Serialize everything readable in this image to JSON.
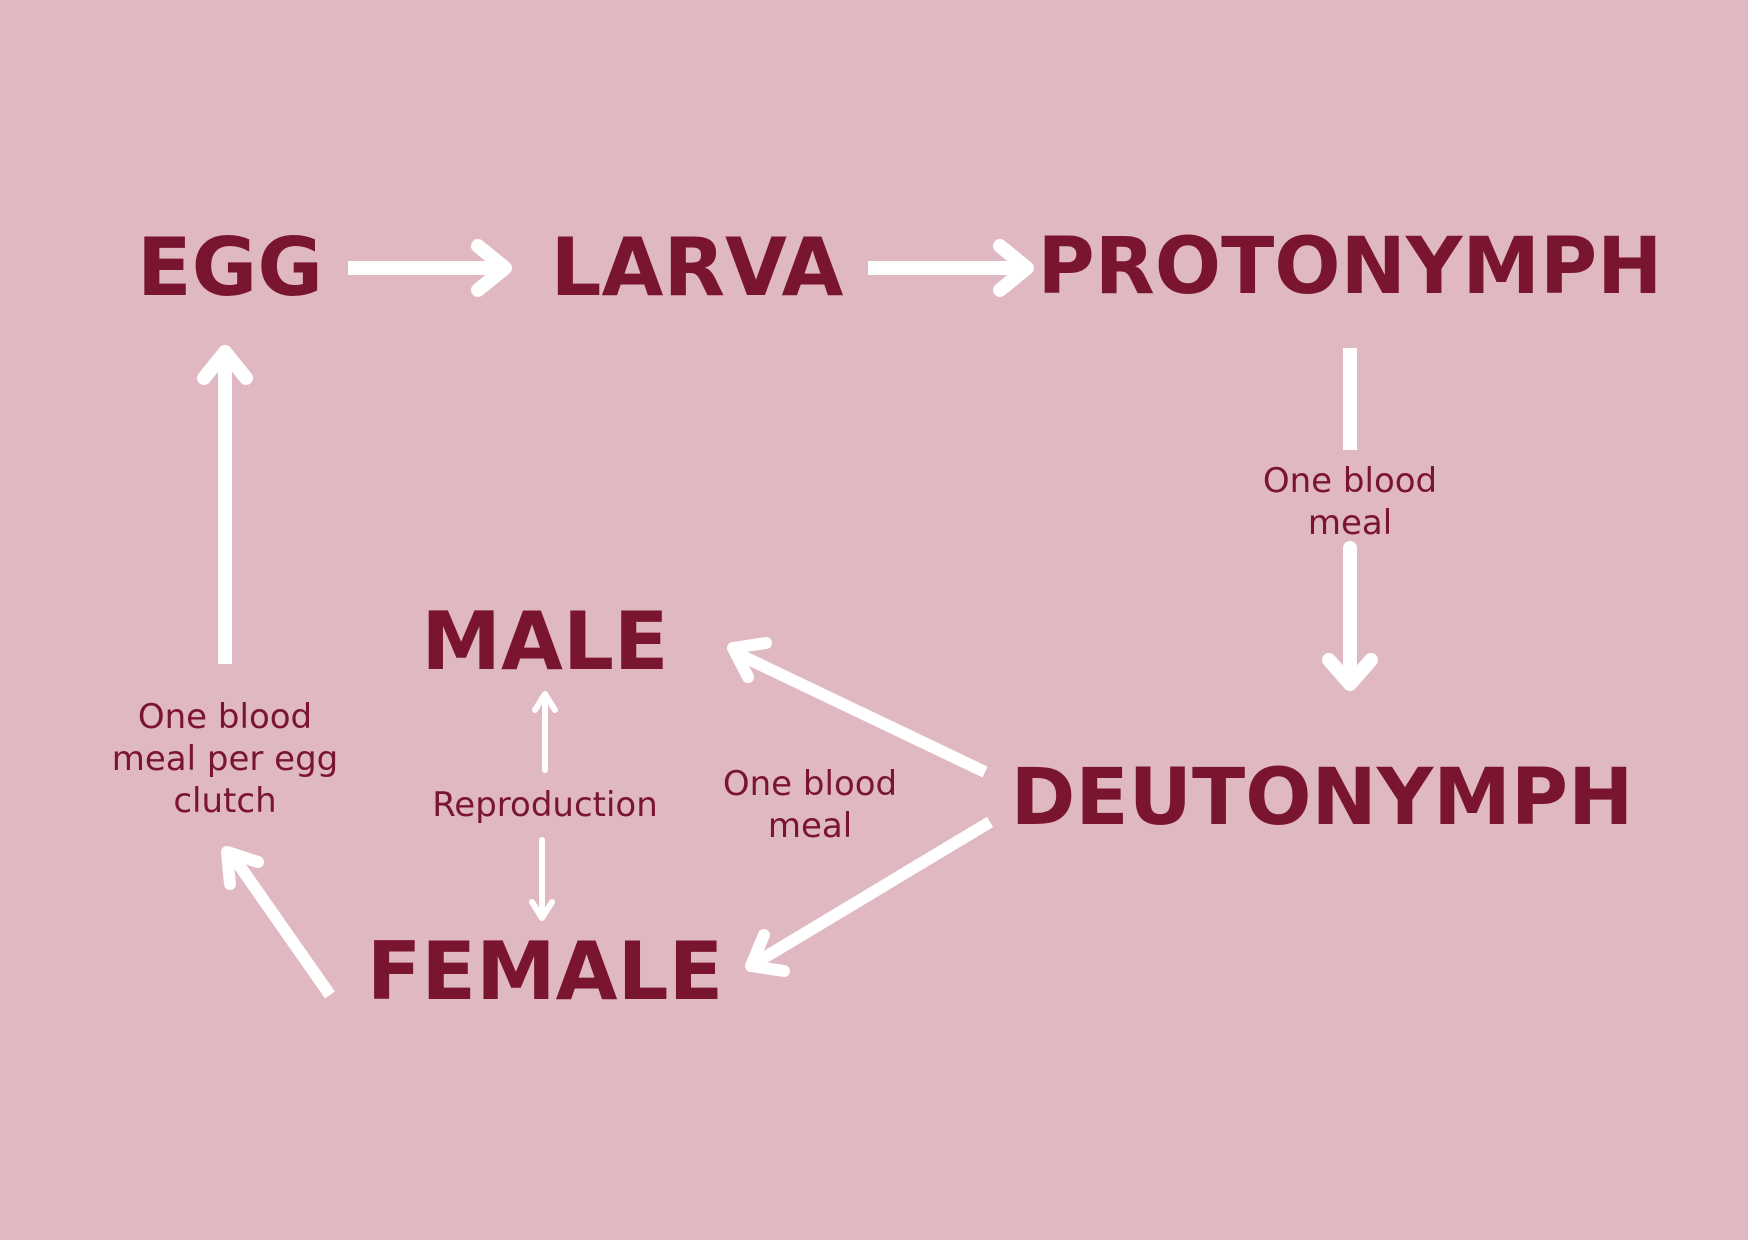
{
  "colors": {
    "background": "#e0b8c1",
    "text": "#7a1530",
    "arrow": "#ffffff"
  },
  "stages": {
    "egg": "EGG",
    "larva": "LARVA",
    "protonymph": "PROTONYMPH",
    "deutonymph": "DEUTONYMPH",
    "male": "MALE",
    "female": "FEMALE"
  },
  "notes": {
    "protonymph_to_deutonymph": "One blood\nmeal",
    "deutonymph_to_adults": "One blood\nmeal",
    "female_to_egg": "One blood\nmeal per egg\nclutch",
    "reproduction": "Reproduction"
  }
}
